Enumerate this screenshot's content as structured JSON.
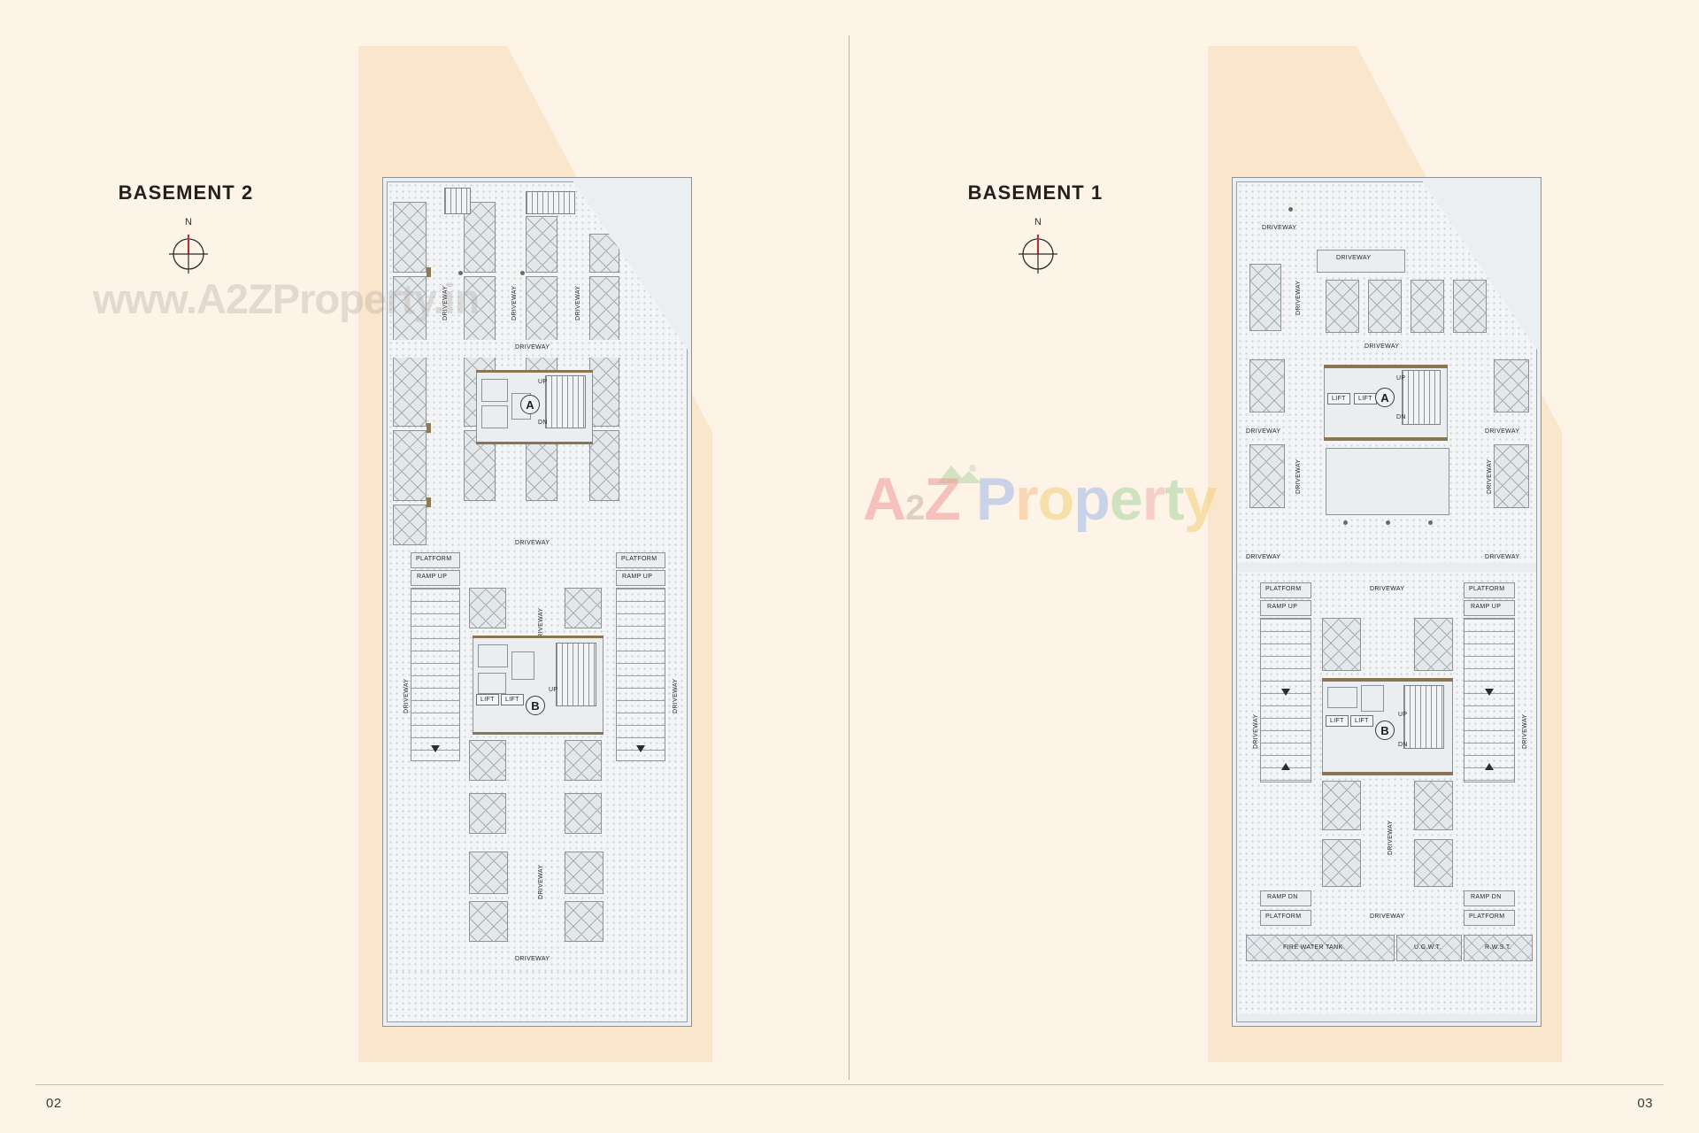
{
  "document": {
    "type": "architectural-floor-plan-brochure",
    "spread": "two-page"
  },
  "watermarks": {
    "url_text": "www.A2ZProperty.in",
    "logo_text": "A2Z Property",
    "logo_parts": {
      "a": "A",
      "two": "2",
      "z": "Z",
      "p": "P",
      "r": "r",
      "o": "o",
      "p2": "p",
      "e": "e",
      "r2": "r",
      "t": "t",
      "y": "y"
    }
  },
  "colors": {
    "paper": "#fdf3e7",
    "beige_field": "#fae6cd",
    "plan_fill": "#e9edef",
    "driveway_fill": "#f2f4f6",
    "wall": "#8a7552",
    "column": "#8d7a57",
    "line": "#8d9396",
    "text": "#23272a",
    "compass_needle": "#b03a3a"
  },
  "pages": [
    {
      "folio": "02",
      "title": "BASEMENT 2",
      "compass": {
        "label": "N",
        "name": "north-arrow"
      },
      "plan": {
        "driveway_label": "DRIVEWAY",
        "platform_label": "PLATFORM",
        "ramp_up_label": "RAMP UP",
        "lift_label": "LIFT",
        "up_label": "UP",
        "dn_label": "DN",
        "cores": [
          "A",
          "B"
        ],
        "driveway_labels_vertical": [
          "DRIVEWAY",
          "DRIVEWAY",
          "DRIVEWAY",
          "DRIVEWAY",
          "DRIVEWAY",
          "DRIVEWAY",
          "DRIVEWAY",
          "DRIVEWAY"
        ],
        "driveway_labels_horizontal": [
          "DRIVEWAY",
          "DRIVEWAY",
          "DRIVEWAY",
          "DRIVEWAY"
        ]
      }
    },
    {
      "folio": "03",
      "title": "BASEMENT 1",
      "compass": {
        "label": "N",
        "name": "north-arrow"
      },
      "plan": {
        "driveway_label": "DRIVEWAY",
        "platform_label": "PLATFORM",
        "ramp_up_label": "RAMP UP",
        "ramp_dn_label": "RAMP DN",
        "lift_label": "LIFT",
        "up_label": "UP",
        "dn_label": "DN",
        "cores": [
          "A",
          "B"
        ],
        "tanks": [
          {
            "label": "FIRE WATER TANK"
          },
          {
            "label": "U.G.W.T."
          },
          {
            "label": "R.W.S.T."
          }
        ]
      }
    }
  ]
}
